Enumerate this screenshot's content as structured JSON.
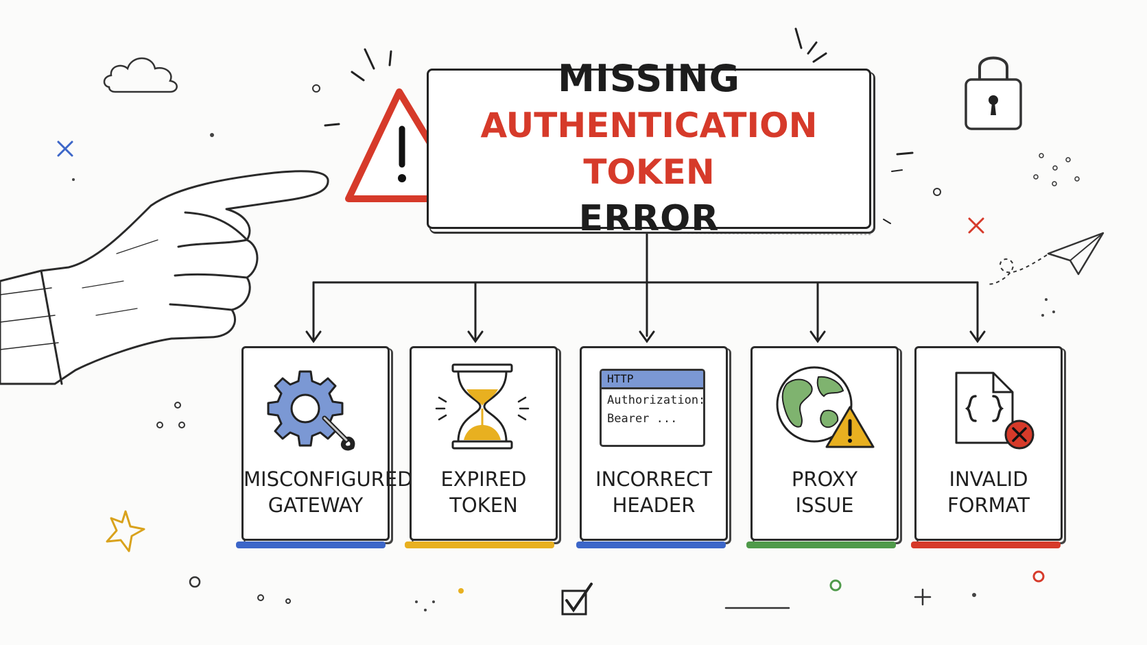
{
  "title": {
    "line1": "MISSING",
    "line2": "AUTHENTICATION TOKEN",
    "line3": "ERROR"
  },
  "causes": [
    {
      "line1": "MISCONFIGURED",
      "line2": "GATEWAY",
      "icon": "gear-wrench-icon",
      "accent": "#3c66c8"
    },
    {
      "line1": "EXPIRED",
      "line2": "TOKEN",
      "icon": "hourglass-icon",
      "accent": "#e8b020"
    },
    {
      "line1": "INCORRECT",
      "line2": "HEADER",
      "icon": "http-window-icon",
      "accent": "#3c66c8"
    },
    {
      "line1": "PROXY",
      "line2": "ISSUE",
      "icon": "globe-warning-icon",
      "accent": "#4f9a4a"
    },
    {
      "line1": "INVALID",
      "line2": "FORMAT",
      "icon": "json-file-error-icon",
      "accent": "#d63a2a"
    }
  ],
  "http_header": {
    "bar": "HTTP",
    "line1": "Authorization:",
    "line2": "Bearer ..."
  },
  "colors": {
    "error_red": "#d63a2a",
    "blue": "#3c66c8",
    "yellow": "#e8b020",
    "green": "#4f9a4a",
    "ink": "#222222"
  }
}
